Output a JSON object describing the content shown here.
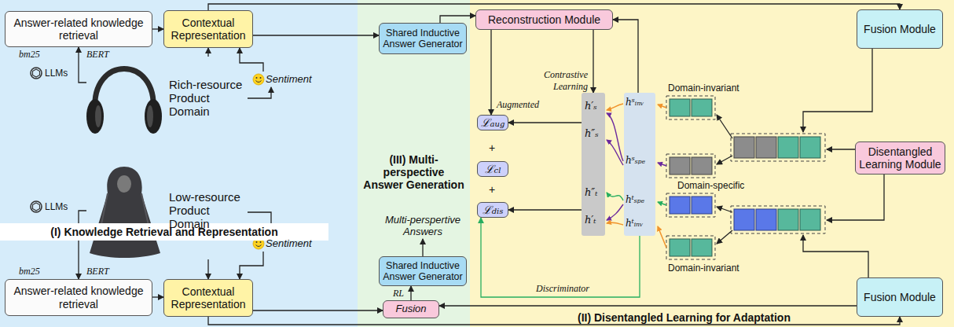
{
  "diagram": {
    "nodes": [
      {
        "text": [
          "(I) Knowledge Retrieval and Representation"
        ]
      },
      {
        "text": [
          "(III) Multi-perspective Answer Generation"
        ]
      },
      {
        "text": [
          "(II) Disentangled Learning for Adaptation"
        ]
      },
      {
        "text": [
          "Answer-related knowledge retrieval"
        ],
        "in": 0
      },
      {
        "text": [
          "Contextual Representation"
        ],
        "in": 0
      },
      {
        "text": [
          "Rich-resource Product Domain"
        ],
        "in": 0
      },
      {
        "text": [
          "Sentiment"
        ],
        "in": 0
      },
      {
        "text": [
          "Low-resource Product Domain"
        ],
        "in": 0
      },
      {
        "text": [
          "Sentiment"
        ],
        "in": 0
      },
      {
        "text": [
          "Answer-related knowledge retrieval"
        ],
        "in": 0
      },
      {
        "text": [
          "Contextual Representation"
        ],
        "in": 0
      },
      {
        "text": [
          "Shared Inductive Answer Generator"
        ],
        "in": 1
      },
      {
        "text": [
          "Shared Inductive Answer Generator"
        ],
        "in": 1
      },
      {
        "text": [
          "Fusion"
        ],
        "in": 1
      },
      {
        "text": [
          "Reconstruction Module"
        ],
        "in": 2
      },
      {
        "text": [
          "Fusion Module"
        ],
        "in": 2
      },
      {
        "text": [
          "ℒ",
          "aug"
        ],
        "in": 2
      },
      {
        "text": [
          "h′ₛ",
          "h″ₛ",
          "h″ₜ",
          "h′ₜ"
        ],
        "in": 2
      },
      {
        "text": [
          "hˢᵢₙᵥ",
          "hˢₛₚₑ",
          "hᵗₛₚₑ",
          "hᵗᵢₙᵥ"
        ],
        "in": 2
      },
      {
        "text": [
          "ℒ",
          "cl"
        ],
        "in": 2
      },
      {
        "text": [
          "Disentangled Learning Module"
        ],
        "in": 2
      },
      {
        "text": [
          "ℒ",
          "dis"
        ],
        "in": 2
      },
      {
        "text": [
          "Fusion Module"
        ],
        "in": 2
      }
    ],
    "edges": [
      {
        "from": 5,
        "to": 3,
        "arrow": "to"
      },
      {
        "from": 5,
        "to": 4,
        "arrow": "to"
      },
      {
        "from": 5,
        "to": 6,
        "arrow": "to"
      },
      {
        "from": 6,
        "to": 4,
        "arrow": "to"
      },
      {
        "from": 3,
        "to": 4,
        "arrow": "to"
      },
      {
        "from": 4,
        "to": 11,
        "arrow": "to"
      },
      {
        "from": 4,
        "to": 15,
        "arrow": "to"
      },
      {
        "from": 11,
        "to": 14,
        "arrow": "to"
      },
      {
        "from": 7,
        "to": 9,
        "arrow": "to"
      },
      {
        "from": 7,
        "to": 10,
        "arrow": "to"
      },
      {
        "from": 7,
        "to": 8,
        "arrow": "to"
      },
      {
        "from": 8,
        "to": 10,
        "arrow": "to"
      },
      {
        "from": 9,
        "to": 10,
        "arrow": "to"
      },
      {
        "from": 10,
        "to": 13,
        "arrow": "to"
      },
      {
        "from": 13,
        "to": 12,
        "arrow": "to"
      },
      {
        "from": 10,
        "to": 22,
        "arrow": "to"
      },
      {
        "from": 22,
        "to": 13,
        "arrow": "to"
      },
      {
        "from": 14,
        "to": 16,
        "arrow": "to"
      },
      {
        "from": 14,
        "to": 17,
        "arrow": "to"
      },
      {
        "from": 18,
        "to": 14,
        "arrow": "to"
      },
      {
        "from": 17,
        "to": 16,
        "arrow": "to"
      },
      {
        "from": 17,
        "to": 21,
        "arrow": "to"
      },
      {
        "from": 18,
        "to": 21,
        "label": "Discriminator",
        "arrow": "to"
      }
    ],
    "labels": [
      "bm25",
      "BERT",
      "LLMs",
      "bm25",
      "BERT",
      "LLMs",
      "Multi-perspertive Answers",
      "RL",
      "Contrastive Learning",
      "Augmented",
      "+",
      "+",
      "Domain-invariant",
      "Domain-specific",
      "Domain-invariant"
    ]
  }
}
